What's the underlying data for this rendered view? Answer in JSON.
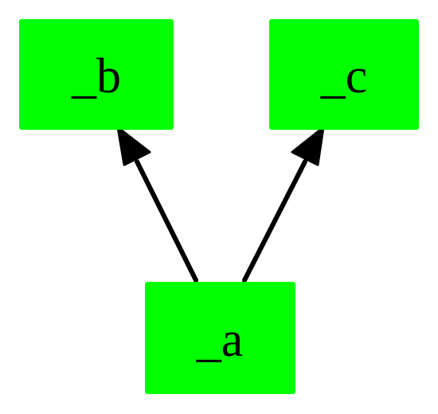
{
  "diagram": {
    "nodes": {
      "b": {
        "label": "_b"
      },
      "c": {
        "label": "_c"
      },
      "a": {
        "label": "_a"
      }
    },
    "edges": [
      {
        "from": "a",
        "to": "b"
      },
      {
        "from": "a",
        "to": "c"
      }
    ],
    "colors": {
      "node_fill": "#00ff00",
      "edge": "#000000",
      "label": "#000000"
    }
  }
}
